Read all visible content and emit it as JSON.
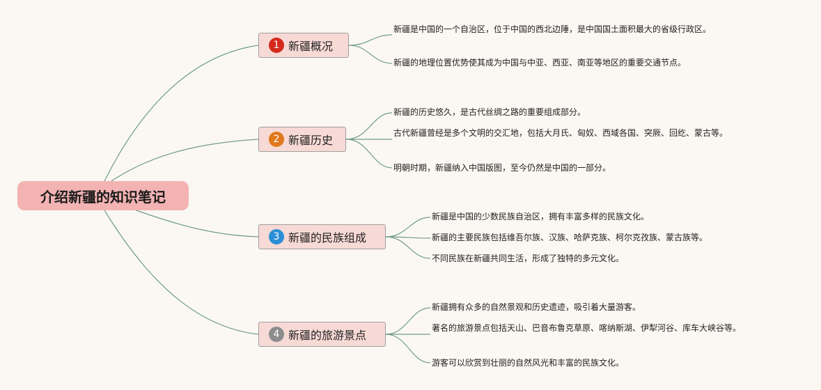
{
  "central": {
    "title": "介绍新疆的知识笔记"
  },
  "branches": [
    {
      "num": "1",
      "badge_color": "#d42a1e",
      "label": "新疆概况",
      "leaves": [
        "新疆是中国的一个自治区，位于中国的西北边陲，是中国国土面积最大的省级行政区。",
        "新疆的地理位置优势使其成为中国与中亚、西亚、南亚等地区的重要交通节点。"
      ]
    },
    {
      "num": "2",
      "badge_color": "#e0781c",
      "label": "新疆历史",
      "leaves": [
        "新疆的历史悠久，是古代丝绸之路的重要组成部分。",
        "古代新疆曾经是多个文明的交汇地，包括大月氏、匈奴、西域各国、突厥、回纥、蒙古等。",
        "明朝时期，新疆纳入中国版图，至今仍然是中国的一部分。"
      ]
    },
    {
      "num": "3",
      "badge_color": "#2a8fd6",
      "label": "新疆的民族组成",
      "leaves": [
        "新疆是中国的少数民族自治区，拥有丰富多样的民族文化。",
        "新疆的主要民族包括维吾尔族、汉族、哈萨克族、柯尔克孜族、蒙古族等。",
        "不同民族在新疆共同生活，形成了独特的多元文化。"
      ]
    },
    {
      "num": "4",
      "badge_color": "#8c8c8c",
      "label": "新疆的旅游景点",
      "leaves": [
        "新疆拥有众多的自然景观和历史遗迹，吸引着大量游客。",
        "著名的旅游景点包括天山、巴音布鲁克草原、喀纳斯湖、伊犁河谷、库车大峡谷等。",
        "游客可以欣赏到壮丽的自然风光和丰富的民族文化。"
      ]
    }
  ],
  "colors": {
    "line": "#6f9c86"
  }
}
